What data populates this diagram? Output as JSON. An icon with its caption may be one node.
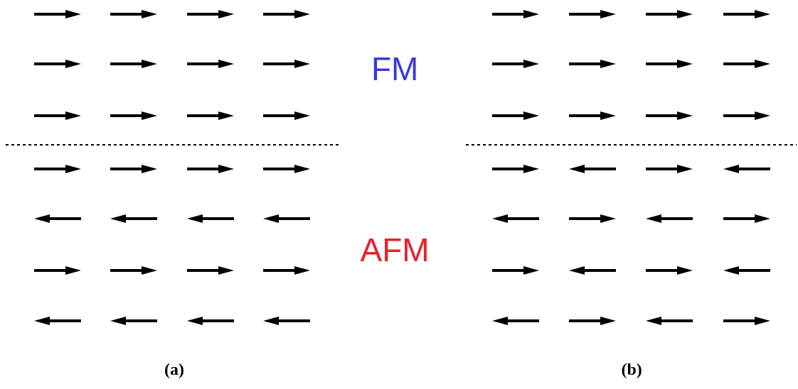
{
  "diagram": {
    "labels": [
      "FM",
      "AFM",
      "(a)",
      "(b)"
    ]
  }
}
